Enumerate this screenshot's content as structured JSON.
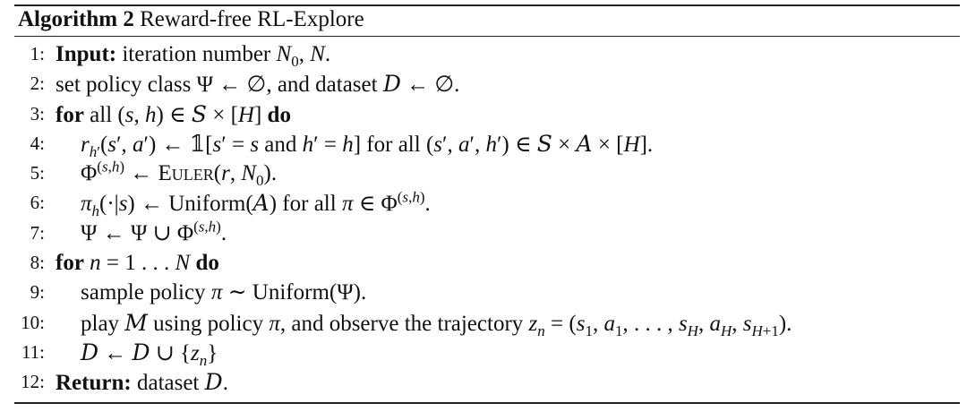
{
  "algorithm": {
    "label": "Algorithm 2",
    "title": "Reward-free RL-Explore"
  },
  "lines": [
    {
      "num": "1:",
      "text": "Input: iteration number N0, N."
    },
    {
      "num": "2:",
      "text": "set policy class Ψ ← ∅, and dataset 𝒟 ← ∅."
    },
    {
      "num": "3:",
      "text": "for all (s, h) ∈ 𝒮 × [H] do"
    },
    {
      "num": "4:",
      "text": "r_h′(s′, a′) ← 𝟙[s′ = s and h′ = h] for all (s′, a′, h′) ∈ 𝒮 × 𝒜 × [H]."
    },
    {
      "num": "5:",
      "text": "Φ^(s,h) ← EULER(r, N0)."
    },
    {
      "num": "6:",
      "text": "π_h(·|s) ← Uniform(𝒜) for all π ∈ Φ^(s,h)."
    },
    {
      "num": "7:",
      "text": "Ψ ← Ψ ∪ Φ^(s,h)."
    },
    {
      "num": "8:",
      "text": "for n = 1 . . . N do"
    },
    {
      "num": "9:",
      "text": "sample policy π ∼ Uniform(Ψ)."
    },
    {
      "num": "10:",
      "text": "play ℳ using policy π, and observe the trajectory z_n = (s1, a1, . . . , sH, aH, sH+1)."
    },
    {
      "num": "11:",
      "text": "𝒟 ← 𝒟 ∪ {z_n}"
    },
    {
      "num": "12:",
      "text": "Return: dataset 𝒟."
    }
  ]
}
